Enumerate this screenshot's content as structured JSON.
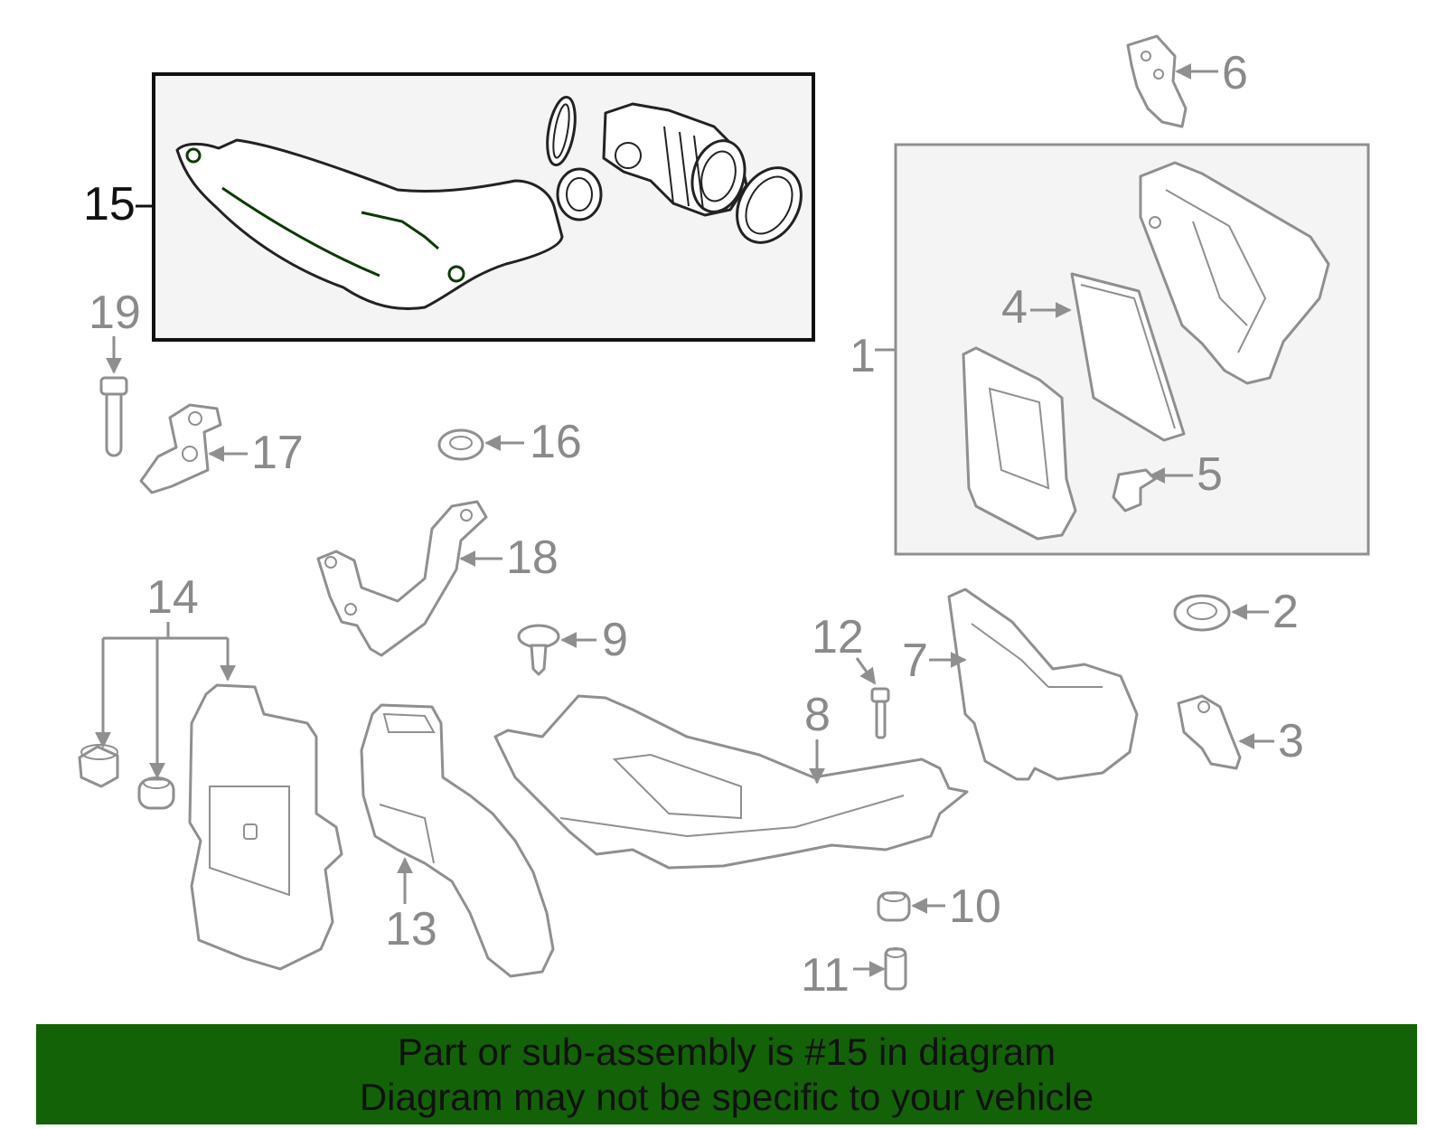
{
  "highlight_color": "#136207",
  "callouts": {
    "c1": "1",
    "c2": "2",
    "c3": "3",
    "c4": "4",
    "c5": "5",
    "c6": "6",
    "c7": "7",
    "c8": "8",
    "c9": "9",
    "c10": "10",
    "c11": "11",
    "c12": "12",
    "c13": "13",
    "c14": "14",
    "c15": "15",
    "c16": "16",
    "c17": "17",
    "c18": "18",
    "c19": "19"
  },
  "banner": {
    "line1": "Part or sub-assembly is #15 in diagram",
    "line2": "Diagram may not be specific to your vehicle"
  }
}
